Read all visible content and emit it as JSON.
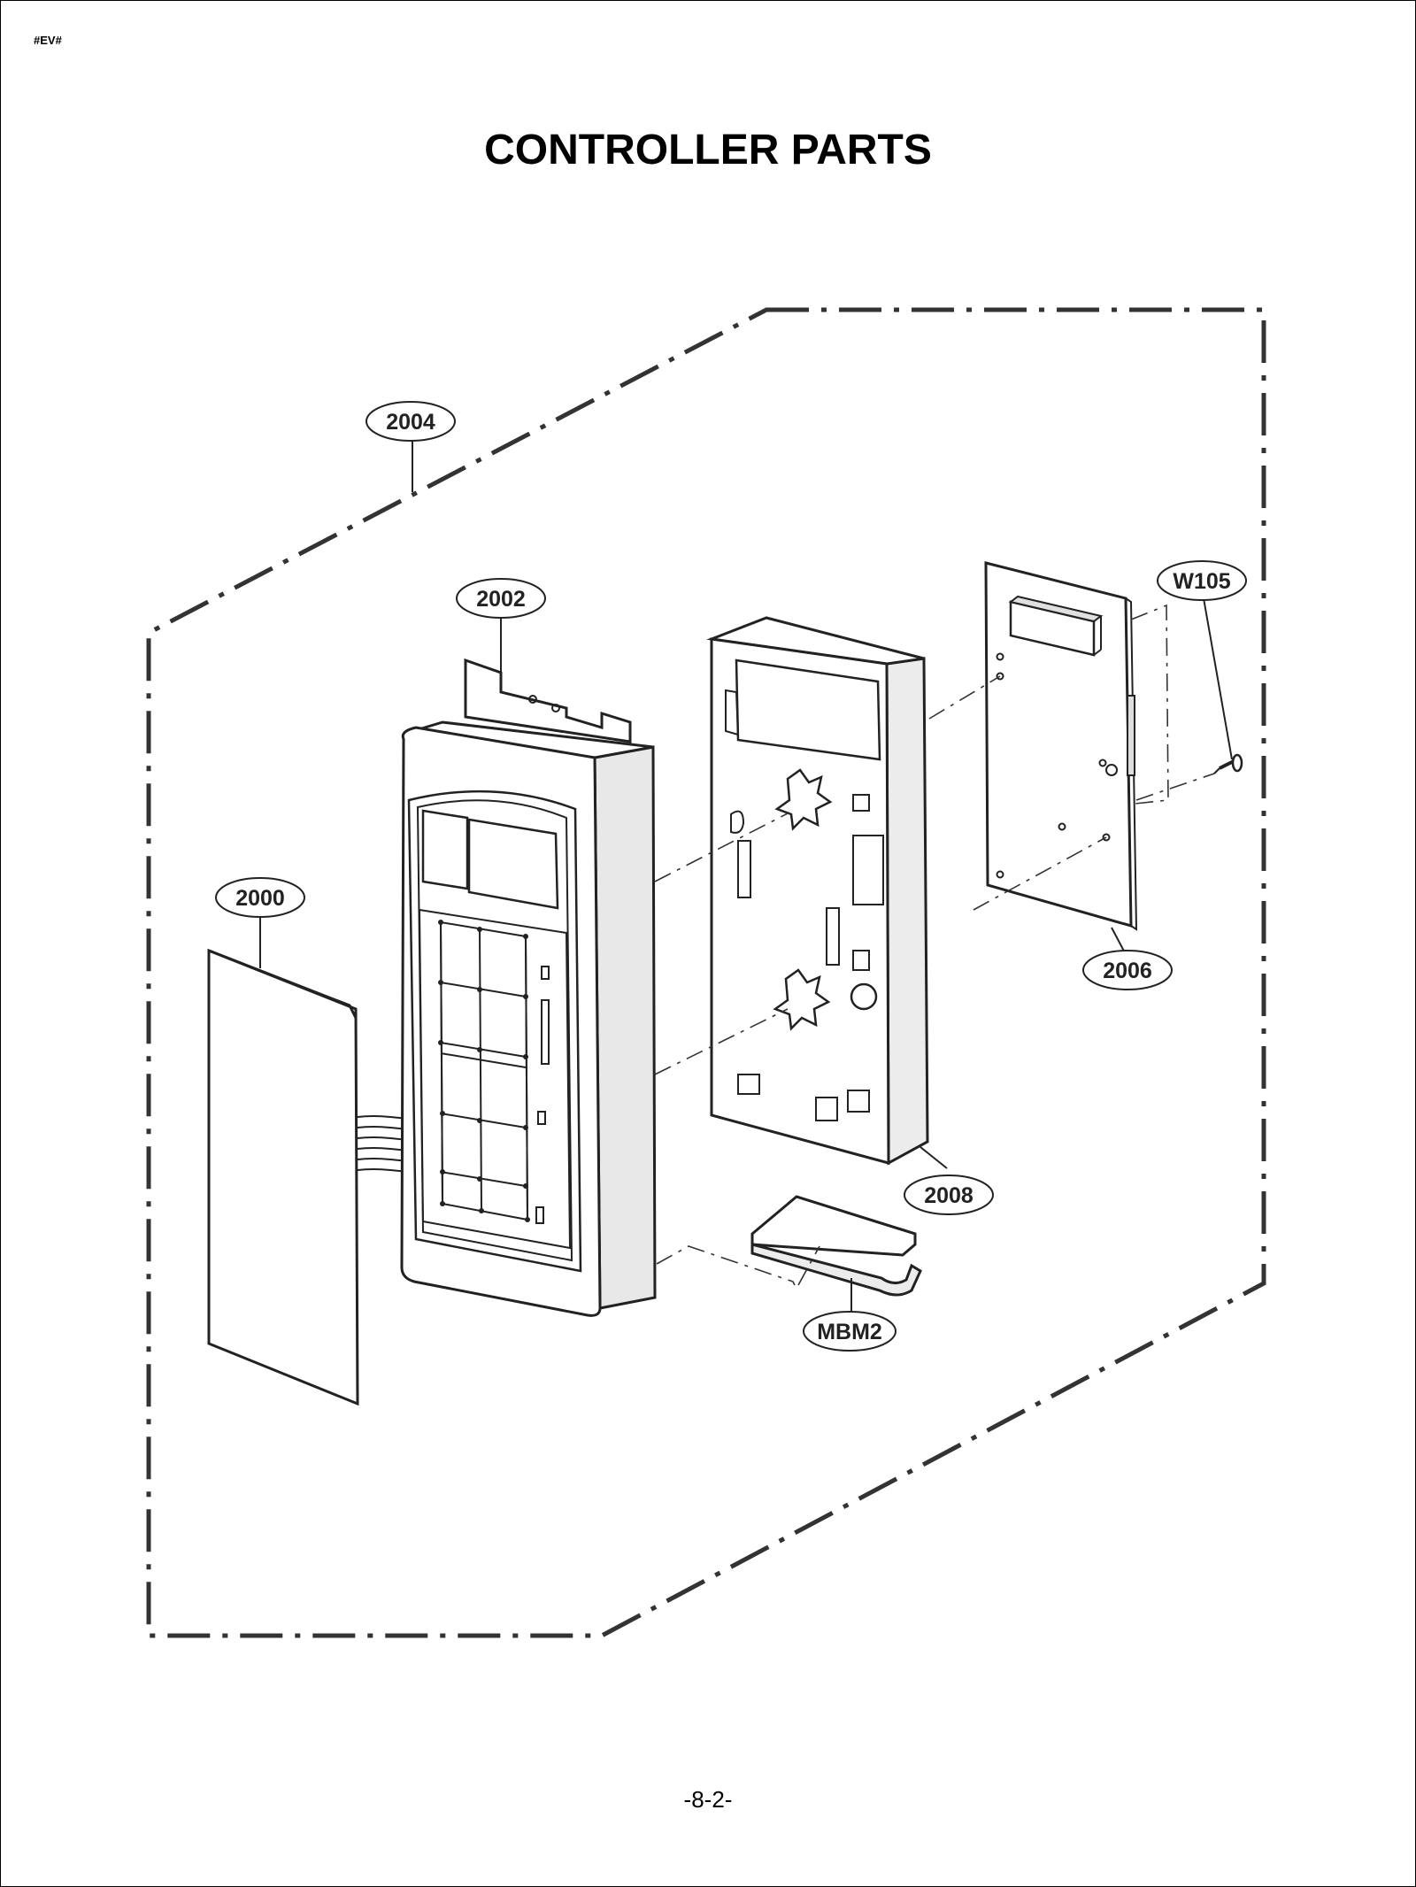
{
  "header": {
    "tag": "#EV#"
  },
  "title": "CONTROLLER PARTS",
  "callouts": {
    "c2004": "2004",
    "c2002": "2002",
    "c2000": "2000",
    "c2008": "2008",
    "c2006": "2006",
    "cW105": "W105",
    "cMBM2": "MBM2"
  },
  "footer": {
    "page_number": "-8-2-"
  },
  "colors": {
    "ink": "#222222",
    "part_fill": "#ffffff",
    "shade": "#d9d9d9"
  }
}
